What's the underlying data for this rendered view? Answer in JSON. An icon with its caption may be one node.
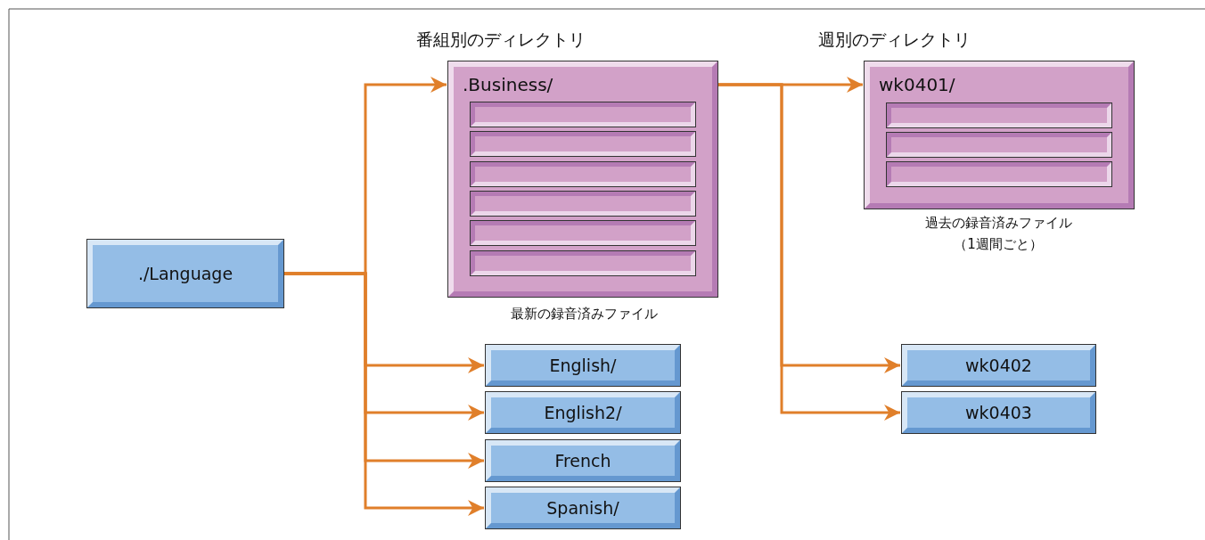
{
  "diagram": {
    "nodes": [
      {
        "text": [
          "./Language"
        ]
      },
      {
        "text": [
          ".Business/"
        ],
        "beside": [
          "最新の録音済みファイル"
        ]
      },
      {
        "text": [],
        "shape": "bar",
        "in": 1
      },
      {
        "text": [],
        "shape": "bar",
        "in": 1
      },
      {
        "text": [],
        "shape": "bar",
        "in": 1
      },
      {
        "text": [],
        "shape": "bar",
        "in": 1
      },
      {
        "text": [],
        "shape": "bar",
        "in": 1
      },
      {
        "text": [],
        "shape": "bar",
        "in": 1
      },
      {
        "text": [
          "English/"
        ]
      },
      {
        "text": [
          "English2/"
        ]
      },
      {
        "text": [
          "French"
        ]
      },
      {
        "text": [
          "Spanish/"
        ]
      },
      {
        "text": [
          "wk0401/"
        ],
        "beside": [
          "過去の録音済みファイル（1週間ごと）"
        ]
      },
      {
        "text": [],
        "shape": "bar",
        "in": 12
      },
      {
        "text": [],
        "shape": "bar",
        "in": 12
      },
      {
        "text": [],
        "shape": "bar",
        "in": 12
      },
      {
        "text": [
          "wk0402"
        ]
      },
      {
        "text": [
          "wk0403"
        ]
      }
    ],
    "edges": [
      {
        "from": 0,
        "to": 1,
        "arrow": "to"
      },
      {
        "from": 0,
        "to": 8,
        "arrow": "to"
      },
      {
        "from": 0,
        "to": 9,
        "arrow": "to"
      },
      {
        "from": 0,
        "to": 10,
        "arrow": "to"
      },
      {
        "from": 0,
        "to": 11,
        "arrow": "to"
      },
      {
        "from": 1,
        "to": 12,
        "arrow": "to"
      },
      {
        "from": 1,
        "to": 16,
        "arrow": "to"
      },
      {
        "from": 1,
        "to": 17,
        "arrow": "to"
      }
    ],
    "labels": [
      "番組別のディレクトリ",
      "週別のディレクトリ"
    ]
  }
}
